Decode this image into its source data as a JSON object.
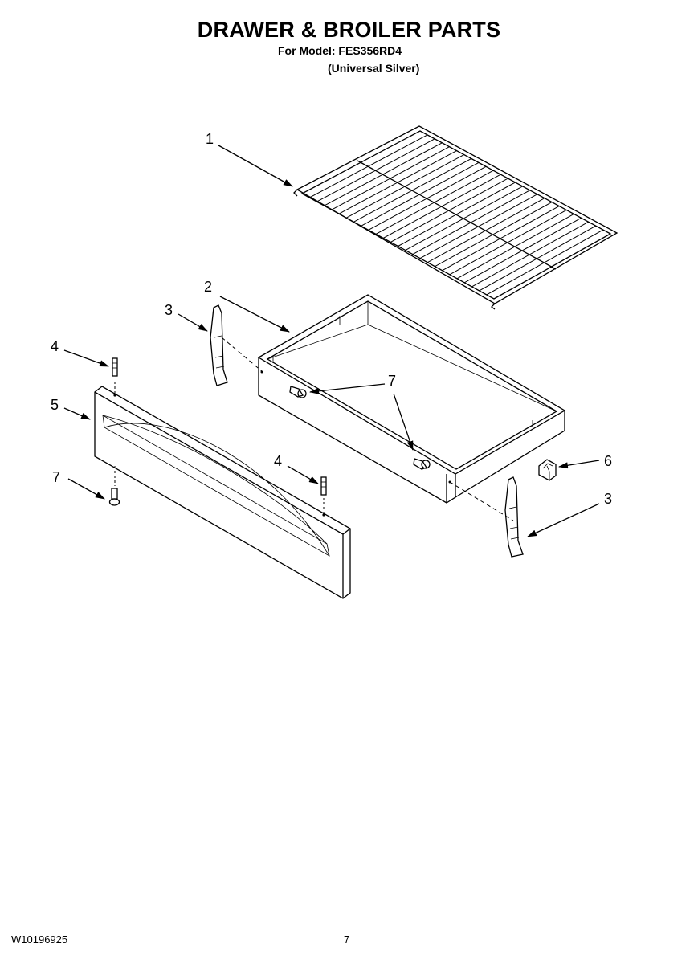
{
  "header": {
    "title": "DRAWER & BROILER PARTS",
    "model_line": "For Model: FES356RD4",
    "finish_line": "(Universal Silver)"
  },
  "callouts": [
    "1",
    "2",
    "3",
    "4",
    "5",
    "6",
    "7"
  ],
  "footer": {
    "doc_number": "W10196925",
    "page_number": "7"
  }
}
